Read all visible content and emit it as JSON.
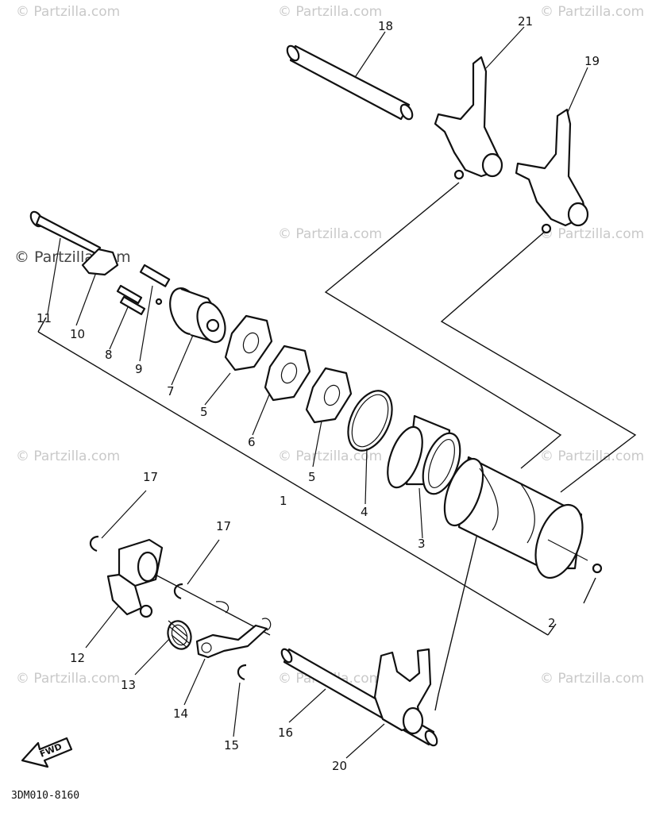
{
  "watermarks": [
    "© Partzilla.com"
  ],
  "diagram_code": "3DM010-8160",
  "fwd_label": "FWD",
  "callouts": {
    "c1": "1",
    "c2": "2",
    "c3": "3",
    "c4": "4",
    "c5a": "5",
    "c5b": "5",
    "c6": "6",
    "c7": "7",
    "c8": "8",
    "c9": "9",
    "c10": "10",
    "c11": "11",
    "c12": "12",
    "c13": "13",
    "c14": "14",
    "c15": "15",
    "c16": "16",
    "c17a": "17",
    "c17b": "17",
    "c18": "18",
    "c19": "19",
    "c20": "20",
    "c21": "21"
  }
}
